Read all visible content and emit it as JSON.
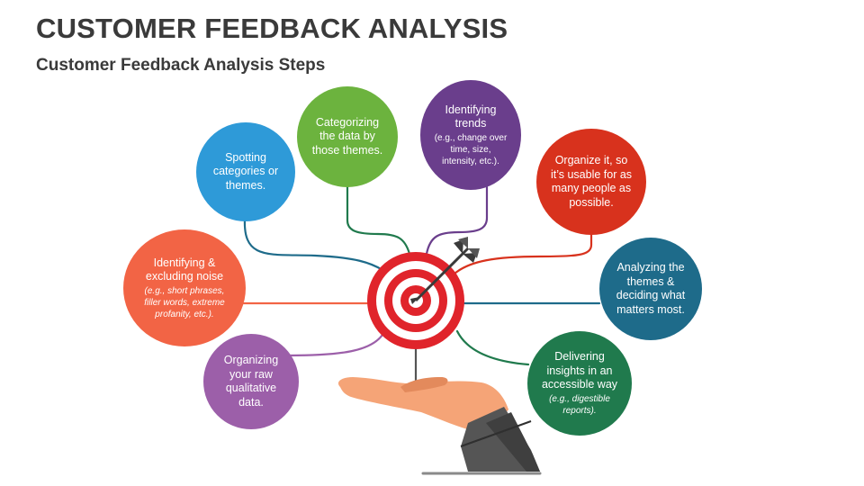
{
  "title": "CUSTOMER FEEDBACK ANALYSIS",
  "subtitle": "Customer Feedback Analysis Steps",
  "colors": {
    "title": "#3a3a3a",
    "blue": "#2e9ad8",
    "green": "#6cb33e",
    "purple": "#6a3e8c",
    "red": "#d8321d",
    "teal": "#1e6b8a",
    "orange": "#f26445",
    "violet": "#9c5fa9",
    "darkgreen": "#207a4d",
    "target_red": "#e0242b",
    "skin": "#f5a477",
    "sleeve": "#555555"
  },
  "icons": [
    "target-icon",
    "arrow-icon",
    "hand-icon"
  ],
  "steps": [
    {
      "id": "spotting",
      "text": "Spotting categories or themes.",
      "note": ""
    },
    {
      "id": "categorizing",
      "text": "Categorizing the data by those themes.",
      "note": ""
    },
    {
      "id": "trends",
      "text": "Identifying trends",
      "note": "(e.g., change over time, size, intensity, etc.)."
    },
    {
      "id": "organize",
      "text": "Organize it, so it’s usable for as many people as possible.",
      "note": ""
    },
    {
      "id": "noise",
      "text": "Identifying & excluding noise",
      "note": "(e.g., short phrases, filler words, extreme profanity, etc.)."
    },
    {
      "id": "analyzing",
      "text": "Analyzing the themes & deciding what matters most.",
      "note": ""
    },
    {
      "id": "qualitative",
      "text": "Organizing your raw qualitative data.",
      "note": ""
    },
    {
      "id": "insights",
      "text": "Delivering insights in an accessible way",
      "note": "(e.g., digestible reports)."
    }
  ]
}
